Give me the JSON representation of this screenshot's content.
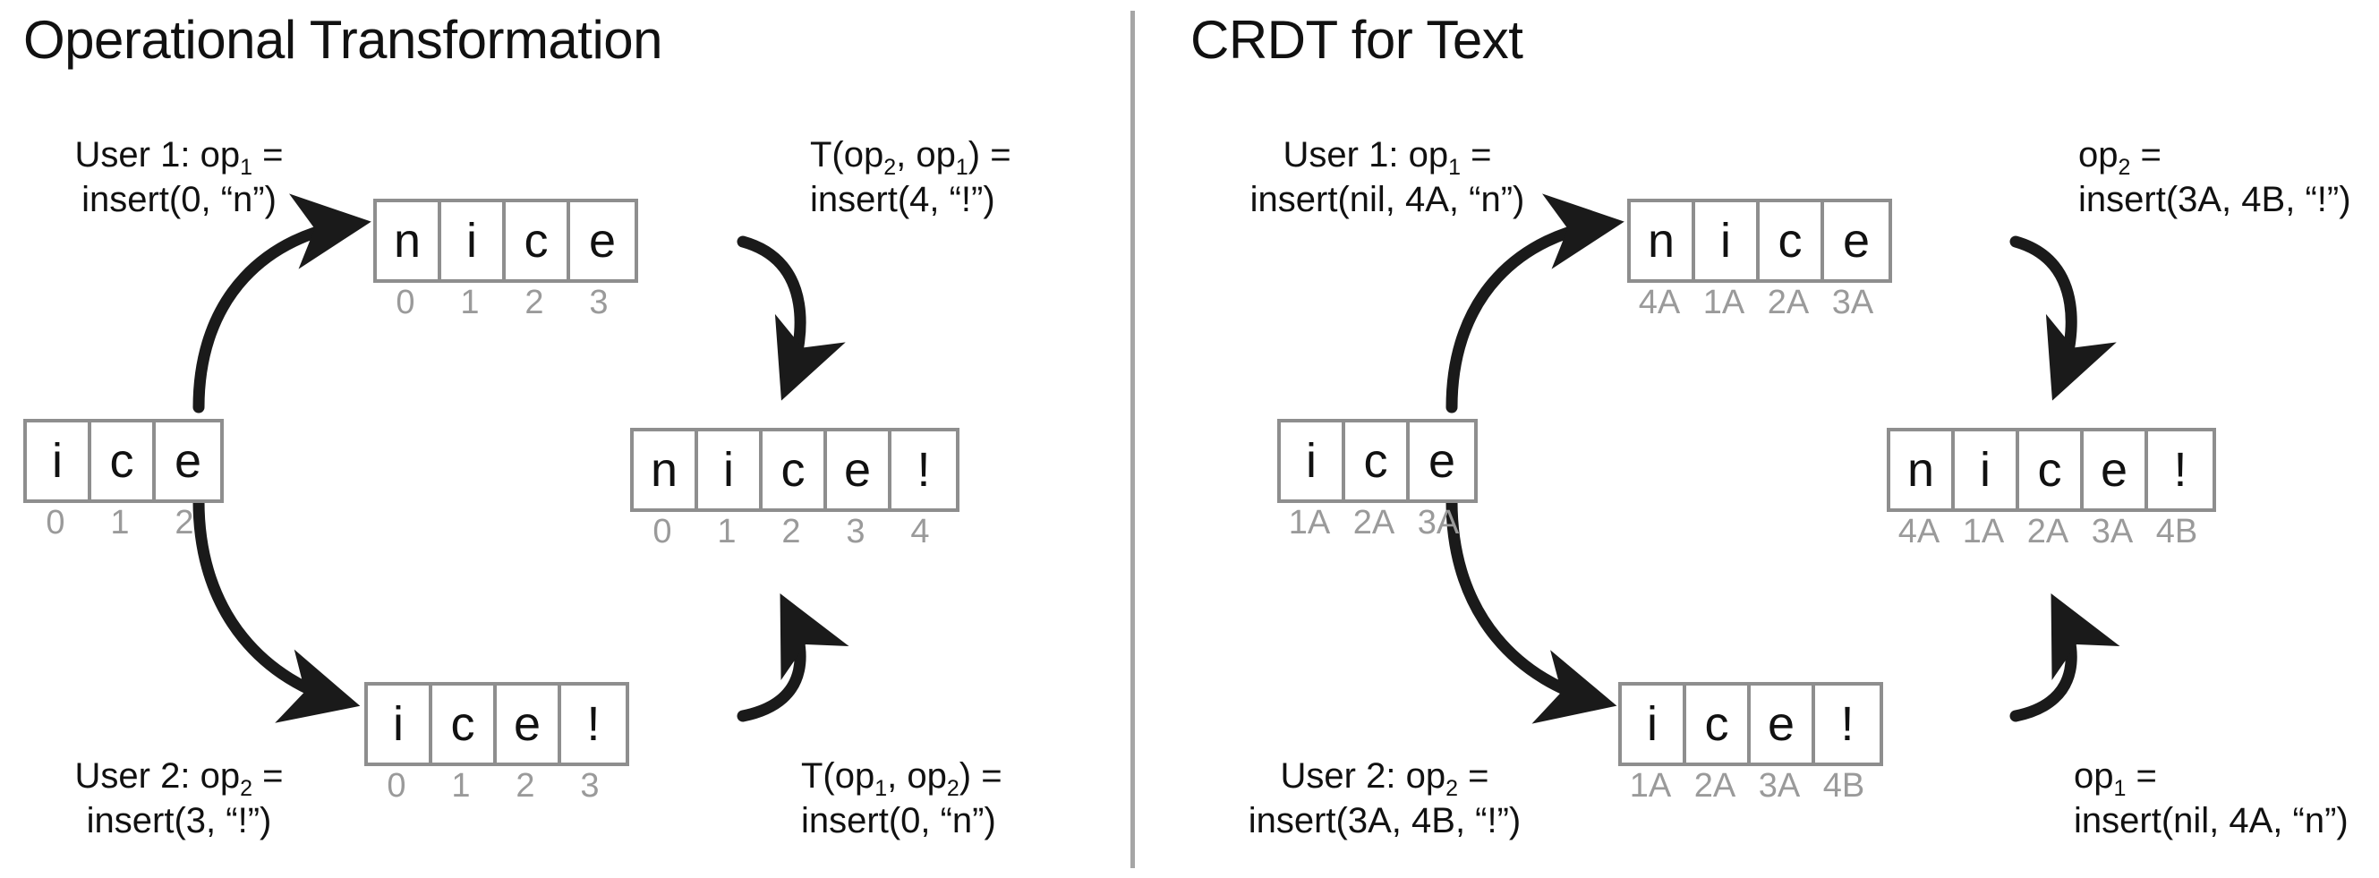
{
  "panels": [
    {
      "key": "ot",
      "title": "Operational Transformation",
      "labels": {
        "top_left": {
          "line1_pre": "User 1: op",
          "line1_sub": "1",
          "line1_post": " =",
          "line2": "insert(0, “n”)"
        },
        "top_right": {
          "line1_pre": "T(op",
          "line1_sub": "2",
          "line1_mid": ", op",
          "line1_sub2": "1",
          "line1_post": ") =",
          "line2": "insert(4, “!”)"
        },
        "bottom_left": {
          "line1_pre": "User 2: op",
          "line1_sub": "2",
          "line1_post": " =",
          "line2": "insert(3, “!”)"
        },
        "bottom_right": {
          "line1_pre": "T(op",
          "line1_sub": "1",
          "line1_mid": ", op",
          "line1_sub2": "2",
          "line1_post": ") =",
          "line2": "insert(0, “n”)"
        }
      },
      "strips": {
        "start": {
          "chars": [
            "i",
            "c",
            "e"
          ],
          "ids": [
            "0",
            "1",
            "2"
          ]
        },
        "top": {
          "chars": [
            "n",
            "i",
            "c",
            "e"
          ],
          "ids": [
            "0",
            "1",
            "2",
            "3"
          ]
        },
        "bottom": {
          "chars": [
            "i",
            "c",
            "e",
            "!"
          ],
          "ids": [
            "0",
            "1",
            "2",
            "3"
          ]
        },
        "result": {
          "chars": [
            "n",
            "i",
            "c",
            "e",
            "!"
          ],
          "ids": [
            "0",
            "1",
            "2",
            "3",
            "4"
          ]
        }
      }
    },
    {
      "key": "crdt",
      "title": "CRDT for Text",
      "labels": {
        "top_left": {
          "line1_pre": "User 1: op",
          "line1_sub": "1",
          "line1_post": " =",
          "line2": "insert(nil, 4A, “n”)"
        },
        "top_right": {
          "line1_pre": "op",
          "line1_sub": "2",
          "line1_post": " =",
          "line2": "insert(3A, 4B, “!”)"
        },
        "bottom_left": {
          "line1_pre": "User 2: op",
          "line1_sub": "2",
          "line1_post": " =",
          "line2": "insert(3A, 4B, “!”)"
        },
        "bottom_right": {
          "line1_pre": "op",
          "line1_sub": "1",
          "line1_post": " =",
          "line2": "insert(nil, 4A, “n”)"
        }
      },
      "strips": {
        "start": {
          "chars": [
            "i",
            "c",
            "e"
          ],
          "ids": [
            "1A",
            "2A",
            "3A"
          ]
        },
        "top": {
          "chars": [
            "n",
            "i",
            "c",
            "e"
          ],
          "ids": [
            "4A",
            "1A",
            "2A",
            "3A"
          ]
        },
        "bottom": {
          "chars": [
            "i",
            "c",
            "e",
            "!"
          ],
          "ids": [
            "1A",
            "2A",
            "3A",
            "4B"
          ]
        },
        "result": {
          "chars": [
            "n",
            "i",
            "c",
            "e",
            "!"
          ],
          "ids": [
            "4A",
            "1A",
            "2A",
            "3A",
            "4B"
          ]
        }
      }
    }
  ],
  "colors": {
    "text": "#111111",
    "muted": "#9a9a9a",
    "box_border": "#8e8e8e",
    "divider": "#a6a6a6",
    "arrow": "#1a1a1a",
    "background": "#ffffff"
  }
}
